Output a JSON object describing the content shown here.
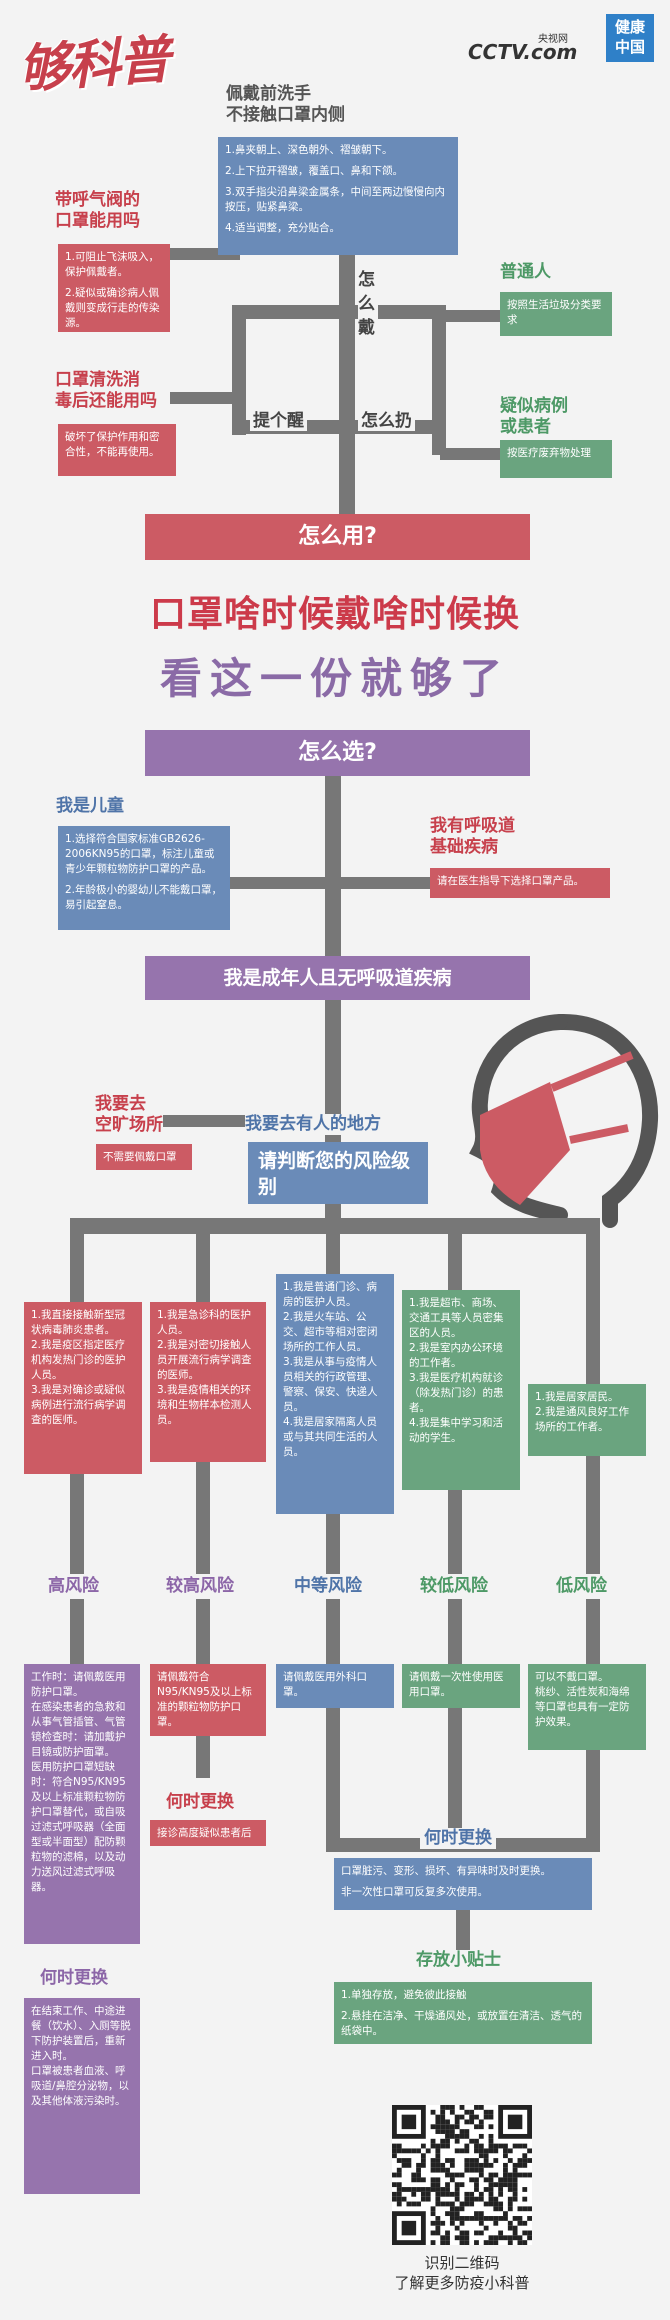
{
  "header": {
    "logo_text": "够科普",
    "cctv_logo": "CCTV.com",
    "cctv_cn": "央视网",
    "health_badge": "健康中国"
  },
  "howto_wear": {
    "title": "佩戴前洗手\n不接触口罩内侧",
    "steps": [
      "1.鼻夹朝上、深色朝外、褶皱朝下。",
      "2.上下拉开褶皱，覆盖口、鼻和下颌。",
      "3.双手指尖沿鼻梁金属条，中间至两边慢慢向内按压，贴紧鼻梁。",
      "4.适当调整，充分贴合。"
    ],
    "label": "怎么戴"
  },
  "valve": {
    "title": "带呼气阀的\n口罩能用吗",
    "points": [
      "1.可阻止飞沫吸入，保护佩戴者。",
      "2.疑似或确诊病人佩戴则变成行走的传染源。"
    ]
  },
  "wash": {
    "title": "口罩清洗消\n毒后还能用吗",
    "text": "破坏了保护作用和密合性，不能再使用。"
  },
  "reminder_label": "提个醒",
  "discard_label": "怎么扔",
  "ordinary": {
    "title": "普通人",
    "text": "按照生活垃圾分类要求"
  },
  "suspected": {
    "title": "疑似病例\n或患者",
    "text": "按医疗废弃物处理"
  },
  "how_use": "怎么用?",
  "main_title_1": "口罩啥时候戴啥时候换",
  "main_title_2": "看这一份就够了",
  "how_choose": "怎么选?",
  "child": {
    "title": "我是儿童",
    "points": [
      "1.选择符合国家标准GB2626-2006KN95的口罩，标注儿童或青少年颗粒物防护口罩的产品。",
      "2.年龄极小的婴幼儿不能戴口罩，易引起窒息。"
    ]
  },
  "resp": {
    "title": "我有呼吸道\n基础疾病",
    "text": "请在医生指导下选择口罩产品。"
  },
  "adult": "我是成年人且无呼吸道疾病",
  "open_area": {
    "title": "我要去\n空旷场所",
    "text": "不需要佩戴口罩"
  },
  "crowd": {
    "title": "我要去有人的地方",
    "text": "请判断您的风险级别"
  },
  "risk_boxes": [
    {
      "text": "1.我直接接触新型冠状病毒肺炎患者。\n2.我是疫区指定医疗机构发热门诊的医护人员。\n3.我是对确诊或疑似病例进行流行病学调查的医师。"
    },
    {
      "text": "1.我是急诊科的医护人员。\n2.我是对密切接触人员开展流行病学调查的医师。\n3.我是疫情相关的环境和生物样本检测人员。"
    },
    {
      "text": "1.我是普通门诊、病房的医护人员。\n2.我是火车站、公交、超市等相对密闭场所的工作人员。\n3.我是从事与疫情人员相关的行政管理、警察、保安、快递人员。\n4.我是居家隔离人员或与其共同生活的人员。"
    },
    {
      "text": "1.我是超市、商场、交通工具等人员密集区的人员。\n2.我是室内办公环境的工作者。\n3.我是医疗机构就诊（除发热门诊）的患者。\n4.我是集中学习和活动的学生。"
    },
    {
      "text": "1.我是居家居民。\n2.我是通风良好工作场所的工作者。"
    }
  ],
  "risk_levels": [
    "高风险",
    "较高风险",
    "中等风险",
    "较低风险",
    "低风险"
  ],
  "high_mask": "工作时：请佩戴医用防护口罩。\n在感染患者的急救和从事气管插管、气管镜检查时：请加戴护目镜或防护面罩。\n医用防护口罩短缺时：符合N95/KN95及以上标准颗粒物防护口罩替代，或自吸过滤式呼吸器（全面型或半面型）配防颗粒物的滤棉，以及动力送风过滤式呼吸器。",
  "high_when_title": "何时更换",
  "high_when": "在结束工作、中途进餐（饮水）、入厕等脱下防护装置后，重新进入时。\n口罩被患者血液、呼吸道/鼻腔分泌物，以及其他体液污染时。",
  "mid_high_mask": "请佩戴符合N95/KN95及以上标准的颗粒物防护口罩。",
  "mid_high_when_title": "何时更换",
  "mid_high_when": "接诊高度疑似患者后",
  "medium_mask": "请佩戴医用外科口罩。",
  "low_mid_mask": "请佩戴一次性使用医用口罩。",
  "low_mask": "可以不戴口罩。\n桃纱、活性炭和海绵等口罩也具有一定防护效果。",
  "common_when_title": "何时更换",
  "common_when": [
    "口罩脏污、变形、损坏、有异味时及时更换。",
    "非一次性口罩可反复多次使用。"
  ],
  "storage_title": "存放小贴士",
  "storage": [
    "1.单独存放，避免彼此接触",
    "2.悬挂在洁净、干燥通风处，或放置在清洁、透气的纸袋中。"
  ],
  "qr_caption_1": "识别二维码",
  "qr_caption_2": "了解更多防疫小科普",
  "colors": {
    "red": "#cc5b64",
    "blue": "#6a8bb8",
    "green": "#6aa47f",
    "purple": "#9674ad"
  }
}
